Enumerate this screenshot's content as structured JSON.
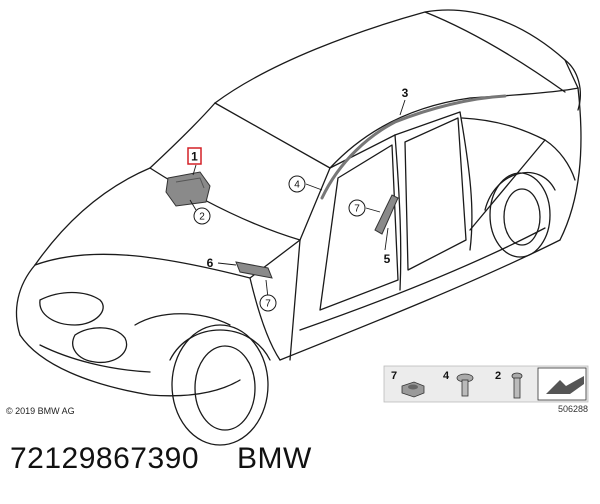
{
  "diagram": {
    "callouts": [
      {
        "id": "1",
        "boxed": true
      },
      {
        "id": "2"
      },
      {
        "id": "3"
      },
      {
        "id": "4"
      },
      {
        "id": "5"
      },
      {
        "id": "6"
      },
      {
        "id": "7"
      },
      {
        "id": "7"
      },
      {
        "id": "7"
      }
    ],
    "copyright": "© 2019 BMW AG",
    "reference_code": "506288",
    "fasteners_legend": [
      "7",
      "4",
      "2"
    ]
  },
  "footer": {
    "part_number": "72129867390",
    "brand": "BMW"
  },
  "colors": {
    "highlight": "#d42027",
    "line": "#1a1a1a",
    "legend_bg": "#ececec"
  }
}
